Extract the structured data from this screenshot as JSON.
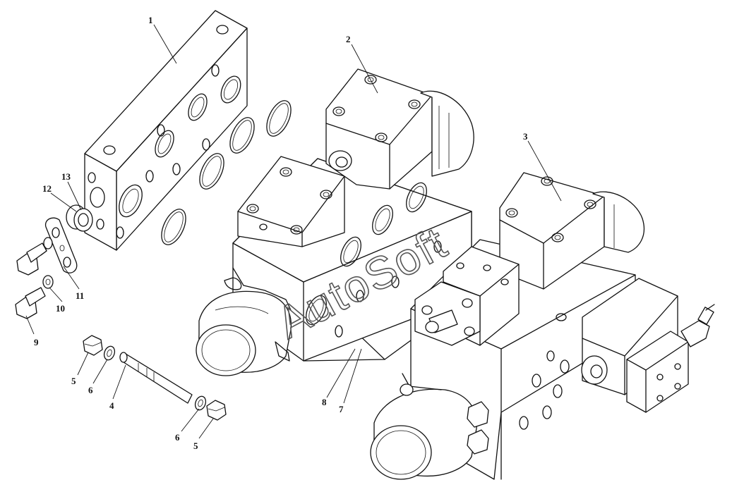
{
  "watermark": "AutoSoft",
  "callouts": [
    {
      "id": "1",
      "text": "1"
    },
    {
      "id": "2",
      "text": "2"
    },
    {
      "id": "3",
      "text": "3"
    },
    {
      "id": "4",
      "text": "4"
    },
    {
      "id": "5a",
      "text": "5"
    },
    {
      "id": "5b",
      "text": "5"
    },
    {
      "id": "6a",
      "text": "6"
    },
    {
      "id": "6b",
      "text": "6"
    },
    {
      "id": "7",
      "text": "7"
    },
    {
      "id": "8",
      "text": "8"
    },
    {
      "id": "9",
      "text": "9"
    },
    {
      "id": "10",
      "text": "10"
    },
    {
      "id": "11",
      "text": "11"
    },
    {
      "id": "12",
      "text": "12"
    },
    {
      "id": "13",
      "text": "13"
    }
  ]
}
